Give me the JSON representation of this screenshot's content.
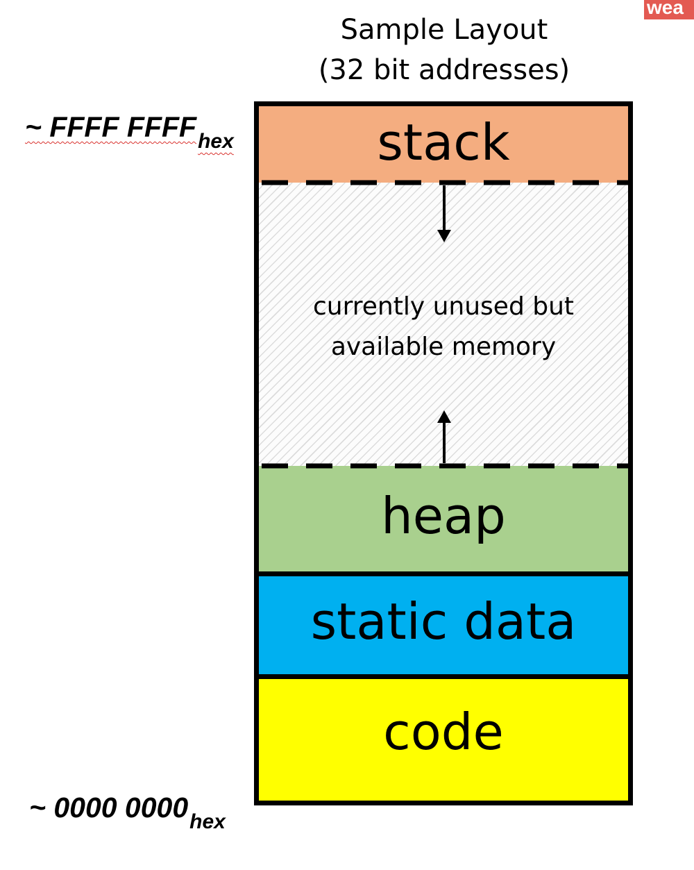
{
  "badge": {
    "text": "wea"
  },
  "title": {
    "line1": "Sample Layout",
    "line2": "(32 bit addresses)"
  },
  "addresses": {
    "top": {
      "value": "~ FFFF FFFF",
      "subscript": "hex"
    },
    "bottom": {
      "value": "~ 0000 0000",
      "subscript": "hex"
    }
  },
  "segments": {
    "stack": "stack",
    "free": {
      "line1": "currently unused but",
      "line2": "available memory"
    },
    "heap": "heap",
    "static_data": "static data",
    "code": "code"
  },
  "colors": {
    "stack": "#f4ad80",
    "heap": "#a9d08e",
    "static_data": "#00b0f0",
    "code": "#ffff00",
    "badge": "#e35a52"
  }
}
